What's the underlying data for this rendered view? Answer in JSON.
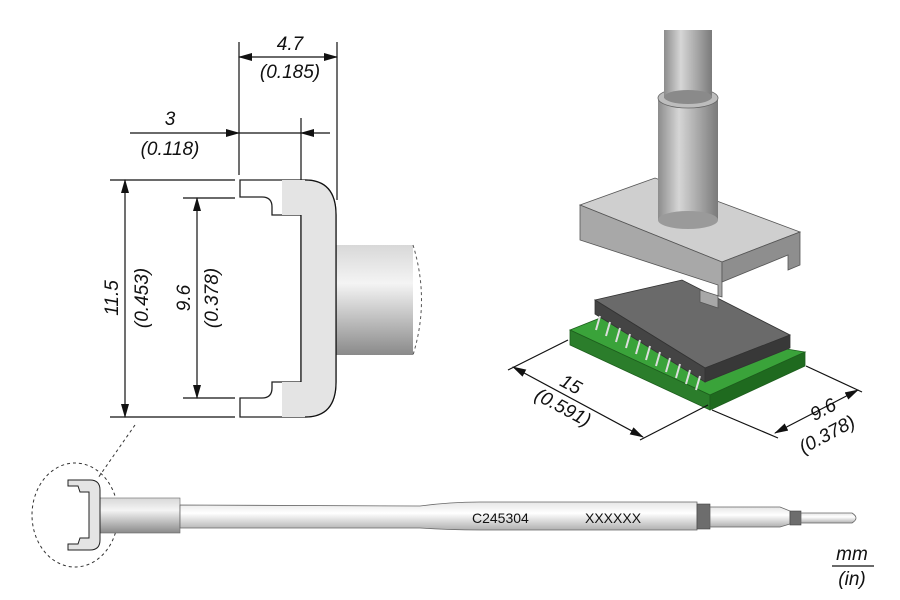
{
  "side_view": {
    "width_overall": {
      "mm": "4.7",
      "in": "(0.185)"
    },
    "width_inner": {
      "mm": "3",
      "in": "(0.118)"
    },
    "height_overall": {
      "mm": "11.5",
      "in": "(0.453)"
    },
    "height_inner": {
      "mm": "9.6",
      "in": "(0.378)"
    }
  },
  "iso_view": {
    "length": {
      "mm": "15",
      "in": "(0.591)"
    },
    "width": {
      "mm": "9.6",
      "in": "(0.378)"
    }
  },
  "cartridge": {
    "model": "C245304",
    "serial": "XXXXXX"
  },
  "units": {
    "top": "mm",
    "bottom": "(in)"
  },
  "colors": {
    "pcb_green": "#2e8b2e",
    "chip": "#555555",
    "metal": "#b8b8b8",
    "profile_fill": "#e4e4e4"
  }
}
